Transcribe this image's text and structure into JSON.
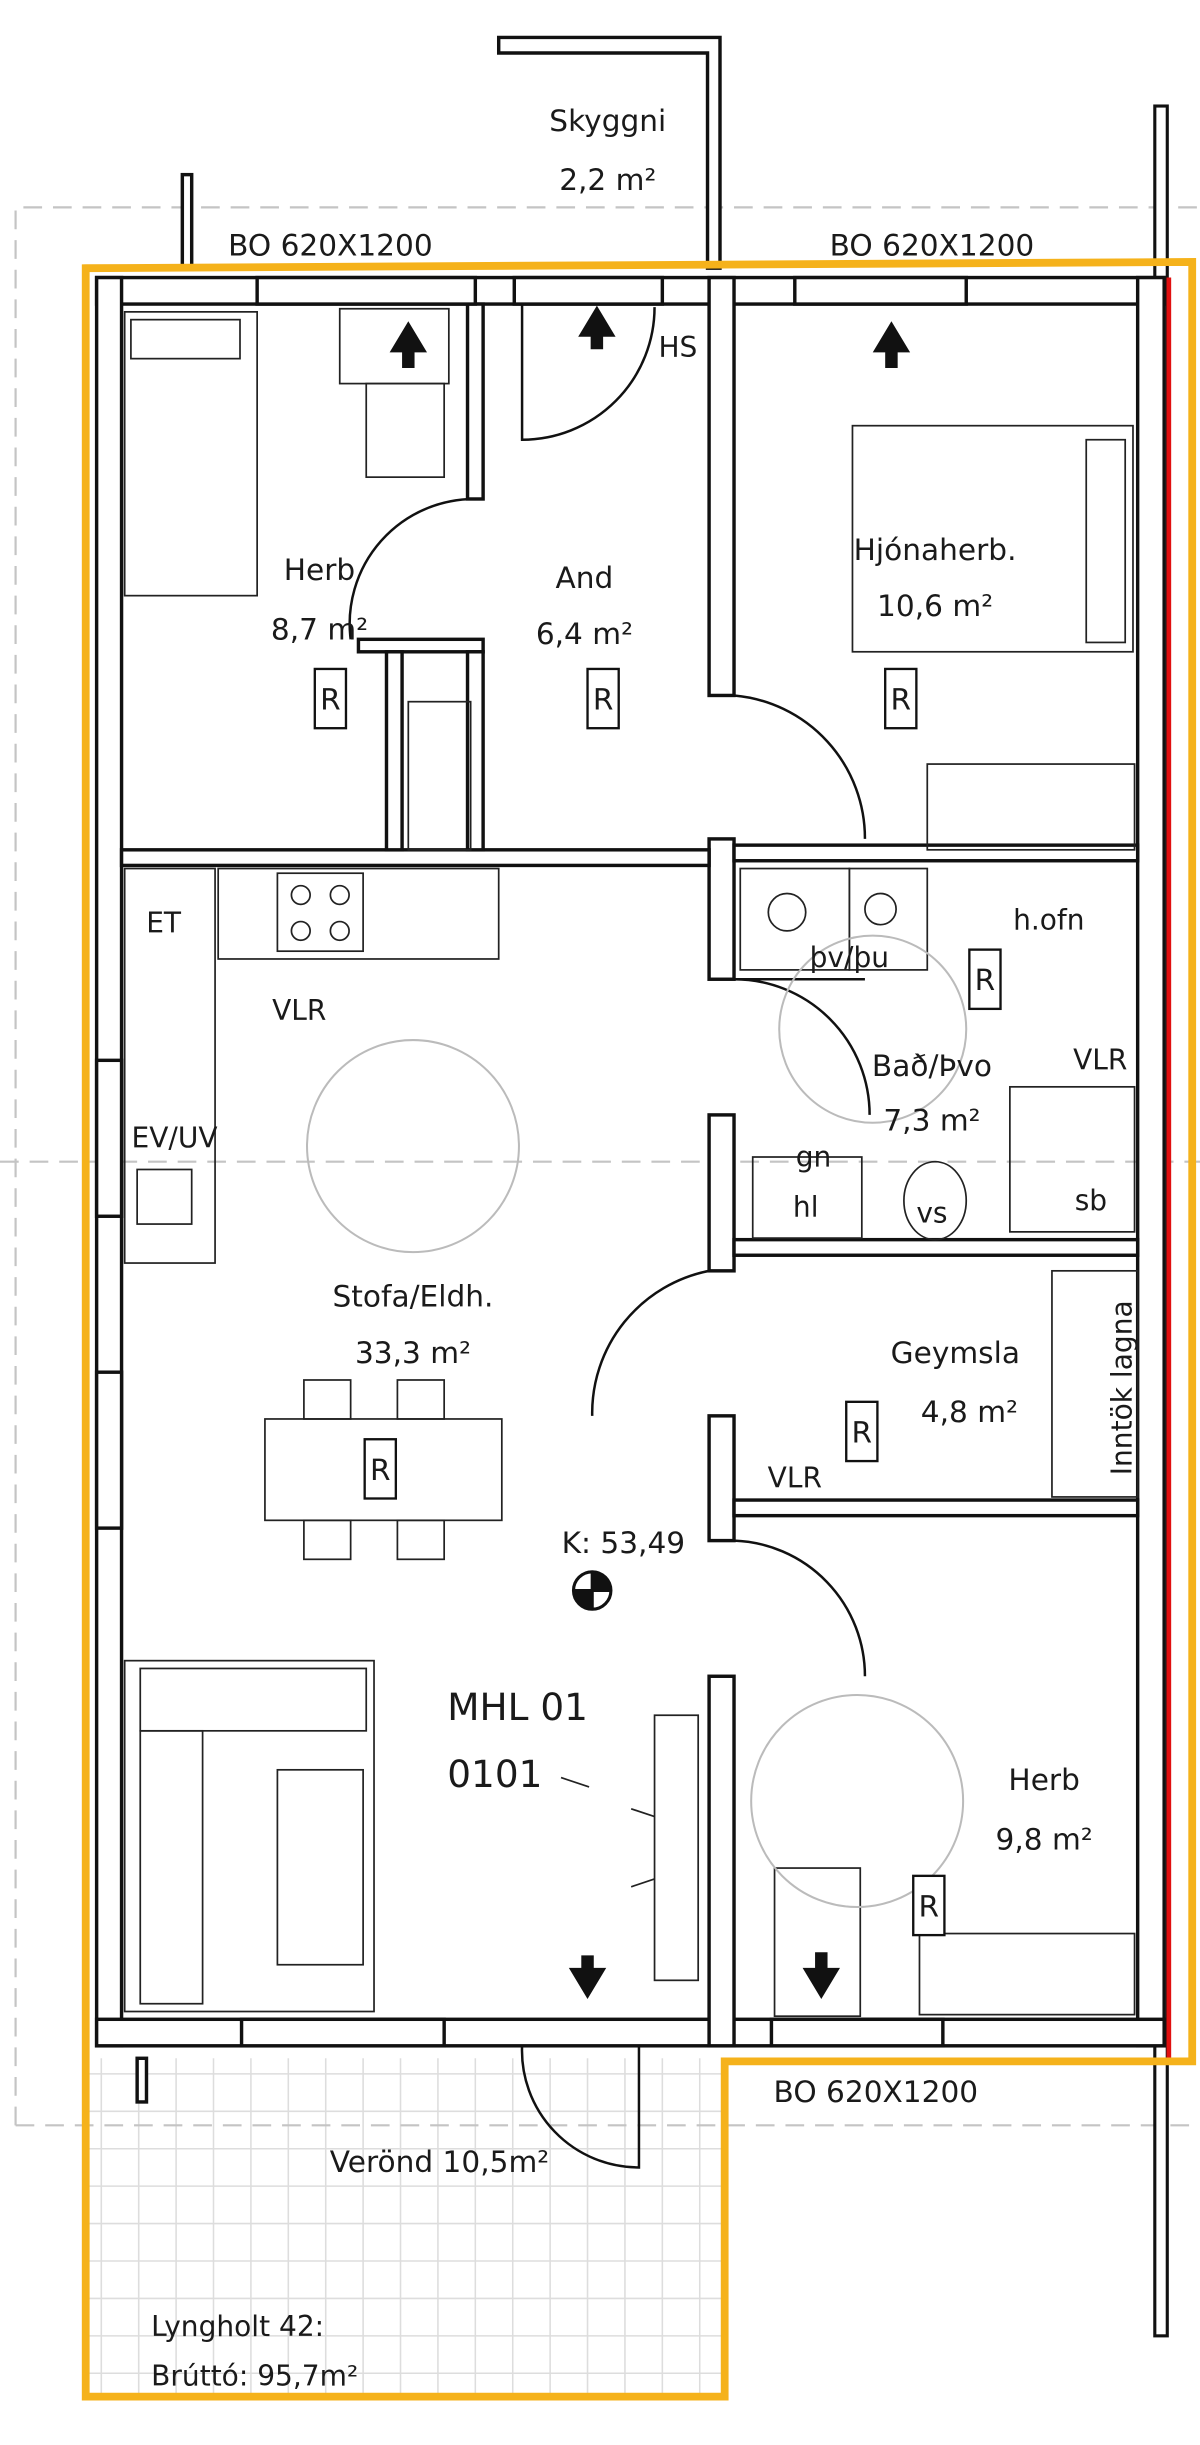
{
  "plan": {
    "canopy": {
      "name": "Skyggni",
      "area": "2,2 m²"
    },
    "windows": [
      "BO 620X1200",
      "BO 620X1200",
      "BO 620X1200"
    ],
    "rooms": {
      "bedroom1": {
        "name": "Herb",
        "area": "8,7 m²"
      },
      "hall": {
        "name": "And",
        "area": "6,4 m²"
      },
      "master": {
        "name": "Hjónaherb.",
        "area": "10,6 m²"
      },
      "bath": {
        "name": "Bað/Þvo",
        "area": "7,3 m²"
      },
      "living": {
        "name": "Stofa/Eldh.",
        "area": "33,3 m²"
      },
      "storage": {
        "name": "Geymsla",
        "area": "4,8 m²"
      },
      "bedroom2": {
        "name": "Herb",
        "area": "9,8 m²"
      },
      "terrace": {
        "name": "Verönd 10,5m²"
      }
    },
    "fixtures": {
      "hs": "HS",
      "et": "ET",
      "vlr_kitchen": "VLR",
      "ev_uv": "EV/UV",
      "h_ofn": "h.ofn",
      "thv_thu": "þv/þu",
      "vlr_bath": "VLR",
      "gn": "gn",
      "hl": "hl",
      "vs": "vs",
      "sb": "sb",
      "vlr_storage": "VLR",
      "inntok": "Inntök lagna"
    },
    "r_marker": "R",
    "elevation": "K: 53,49",
    "unit_id": "MHL 01",
    "unit_number": "0101",
    "address": "Lyngholt 42:",
    "gross_area": "Brúttó: 95,7m²",
    "colors": {
      "outline": "#F5B21B",
      "red_line": "#E01010"
    }
  }
}
